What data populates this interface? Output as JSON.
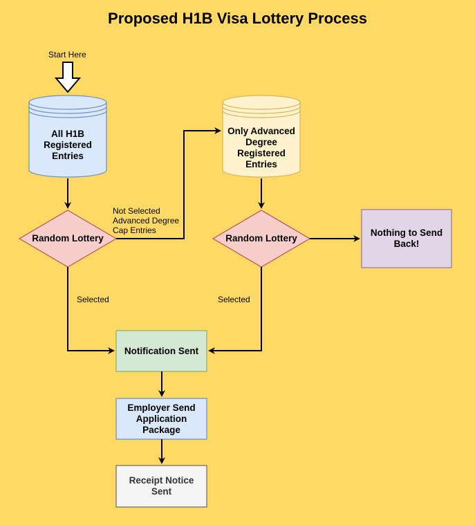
{
  "title": "Proposed H1B Visa Lottery Process",
  "start_label": "Start Here",
  "nodes": {
    "all_entries": "All H1B\nRegistered\nEntries",
    "advanced_entries": "Only Advanced\nDegree\nRegistered\nEntries",
    "lottery_1": "Random Lottery",
    "lottery_2": "Random Lottery",
    "nothing_to_send": "Nothing to Send\nBack!",
    "notification_sent": "Notification Sent",
    "employer_send": "Employer Send\nApplication\nPackage",
    "receipt_notice": "Receipt Notice\nSent"
  },
  "edge_labels": {
    "not_selected": "Not Selected\nAdvanced Degree\nCap Entries",
    "selected_1": "Selected",
    "selected_2": "Selected"
  },
  "colors": {
    "background": "#ffd966",
    "db_blue_fill": "#dae8fc",
    "db_blue_stroke": "#6c8ebf",
    "db_yellow_fill": "#fff2cc",
    "db_yellow_stroke": "#d6b656",
    "diamond_fill": "#f8cecc",
    "diamond_stroke": "#b85450",
    "green_fill": "#d5e8d4",
    "green_stroke": "#82b366",
    "purple_fill": "#e1d5e7",
    "purple_stroke": "#9673a6",
    "gray_fill": "#f5f5f5",
    "gray_stroke": "#666666"
  }
}
